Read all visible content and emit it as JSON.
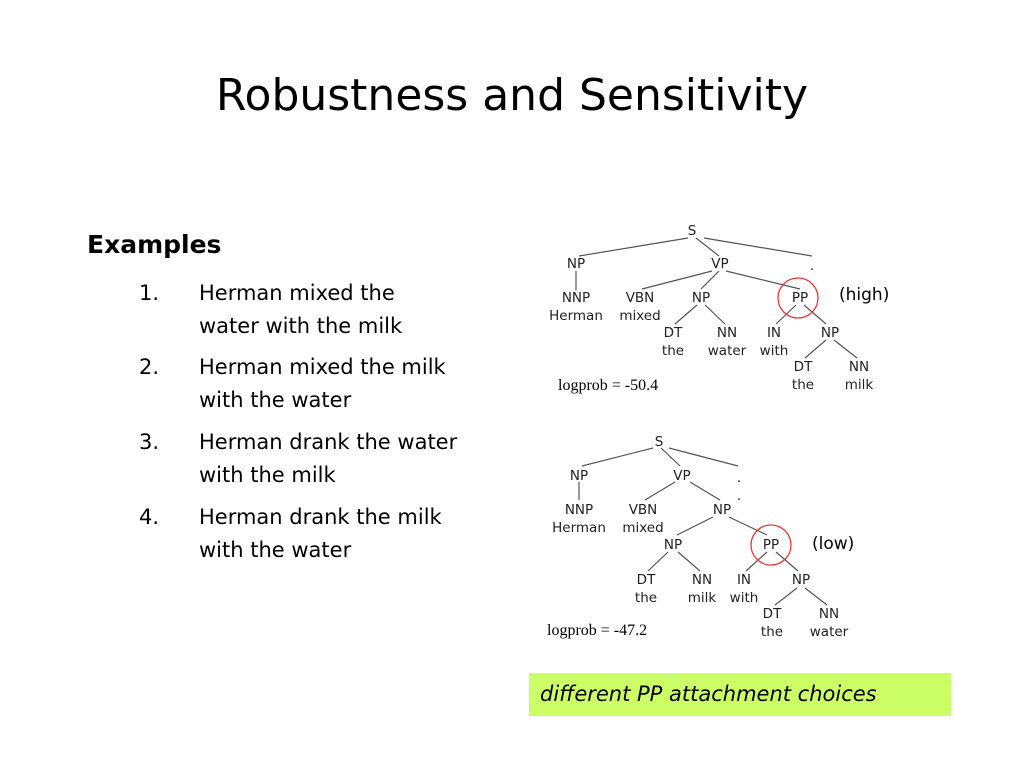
{
  "slide": {
    "title": "Robustness and Sensitivity",
    "subheading": "Examples",
    "examples": [
      {
        "number": "1.",
        "text": "Herman mixed the water with the milk"
      },
      {
        "number": "2.",
        "text": "Herman mixed the milk with the water"
      },
      {
        "number": "3.",
        "text": "Herman drank the water with the milk"
      },
      {
        "number": "4.",
        "text": "Herman drank the milk with the water"
      }
    ],
    "callout": "different PP attachment choices",
    "callout_color": "#ccff66",
    "circle_color": "#e53935"
  },
  "trees": [
    {
      "attachment_label": "(high)",
      "logprob": "logprob = -50.4",
      "nodes": [
        {
          "id": "S",
          "label": "S"
        },
        {
          "id": "NP",
          "label": "NP"
        },
        {
          "id": "VP",
          "label": "VP"
        },
        {
          "id": "PUNC",
          "label": "."
        },
        {
          "id": "NNP",
          "label": "NNP"
        },
        {
          "id": "Herman",
          "label": "Herman"
        },
        {
          "id": "VBN",
          "label": "VBN"
        },
        {
          "id": "mixed",
          "label": "mixed"
        },
        {
          "id": "NP2",
          "label": "NP"
        },
        {
          "id": "PP",
          "label": "PP"
        },
        {
          "id": "DT1",
          "label": "DT"
        },
        {
          "id": "the1",
          "label": "the"
        },
        {
          "id": "NN1",
          "label": "NN"
        },
        {
          "id": "water",
          "label": "water"
        },
        {
          "id": "IN",
          "label": "IN"
        },
        {
          "id": "with",
          "label": "with"
        },
        {
          "id": "NP3",
          "label": "NP"
        },
        {
          "id": "DT2",
          "label": "DT"
        },
        {
          "id": "the2",
          "label": "the"
        },
        {
          "id": "NN2",
          "label": "NN"
        },
        {
          "id": "milk",
          "label": "milk"
        }
      ]
    },
    {
      "attachment_label": "(low)",
      "logprob": "logprob = -47.2",
      "nodes": [
        {
          "id": "S",
          "label": "S"
        },
        {
          "id": "NP",
          "label": "NP"
        },
        {
          "id": "VP",
          "label": "VP"
        },
        {
          "id": "PUNC",
          "label": "."
        },
        {
          "id": "PUNCW",
          "label": "."
        },
        {
          "id": "NNP",
          "label": "NNP"
        },
        {
          "id": "Herman",
          "label": "Herman"
        },
        {
          "id": "VBN",
          "label": "VBN"
        },
        {
          "id": "mixed",
          "label": "mixed"
        },
        {
          "id": "NP2",
          "label": "NP"
        },
        {
          "id": "NP3",
          "label": "NP"
        },
        {
          "id": "PP",
          "label": "PP"
        },
        {
          "id": "DT1",
          "label": "DT"
        },
        {
          "id": "the1",
          "label": "the"
        },
        {
          "id": "NN1",
          "label": "NN"
        },
        {
          "id": "milk",
          "label": "milk"
        },
        {
          "id": "IN",
          "label": "IN"
        },
        {
          "id": "with",
          "label": "with"
        },
        {
          "id": "NP4",
          "label": "NP"
        },
        {
          "id": "DT2",
          "label": "DT"
        },
        {
          "id": "the2",
          "label": "the"
        },
        {
          "id": "NN2",
          "label": "NN"
        },
        {
          "id": "water",
          "label": "water"
        }
      ]
    }
  ]
}
